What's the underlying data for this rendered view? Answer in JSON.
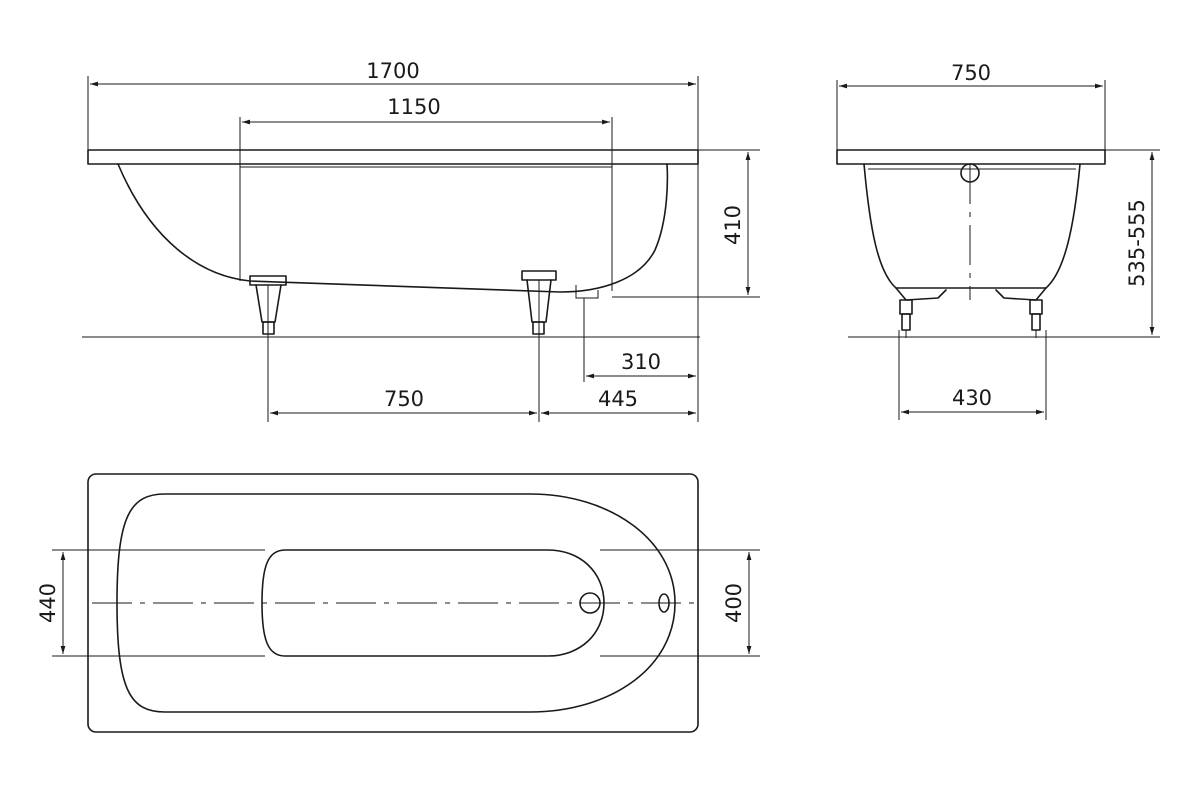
{
  "dimensions": {
    "overall_length": "1700",
    "outlet_spacing": "1150",
    "side_depth": "410",
    "drain_offset": "310",
    "feet_spacing": "750",
    "foot_to_end": "445",
    "overall_width": "750",
    "total_height": "535-555",
    "feet_width": "430",
    "inner_width_left": "440",
    "inner_width_right": "400"
  }
}
